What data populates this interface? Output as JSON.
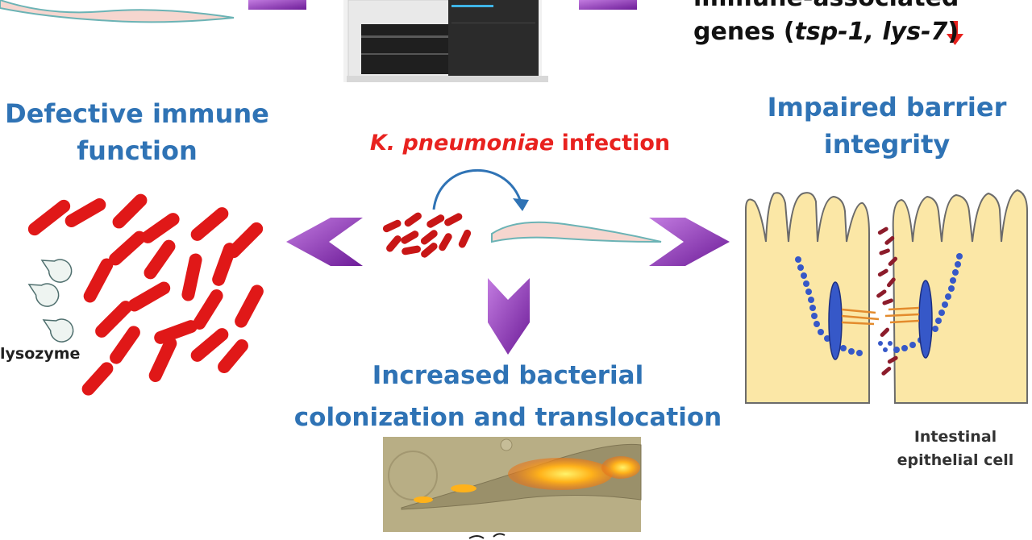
{
  "top_right": {
    "line1": "immune-associated",
    "line2_prefix": "genes (",
    "line2_genes": "tsp-1, lys-7",
    "line2_suffix": ")"
  },
  "left_heading": {
    "line1": "Defective immune",
    "line2": "function"
  },
  "right_heading": {
    "line1": "Impaired barrier",
    "line2": "integrity"
  },
  "center_title": {
    "species": "K. pneumoniae",
    "rest": " infection"
  },
  "bottom_heading": {
    "line1": "Increased bacterial",
    "line2": "colonization and translocation"
  },
  "lysozyme_label": "lysozyme",
  "cell_label": {
    "line1": "Intestinal",
    "line2": "epithelial cell"
  },
  "colors": {
    "heading_blue": "#2f73b5",
    "infection_red": "#e8221f",
    "bacteria_red": "#e01818",
    "arrow_purple": "#8a2fb5",
    "cell_fill": "#fbe7a6",
    "worm_pink": "#f6d6cf",
    "junction_blue": "#3658c8"
  },
  "icons": [
    "down-arrow-icon",
    "chevron-left-icon",
    "chevron-right-icon",
    "chevron-down-icon",
    "curved-arrow-icon"
  ]
}
